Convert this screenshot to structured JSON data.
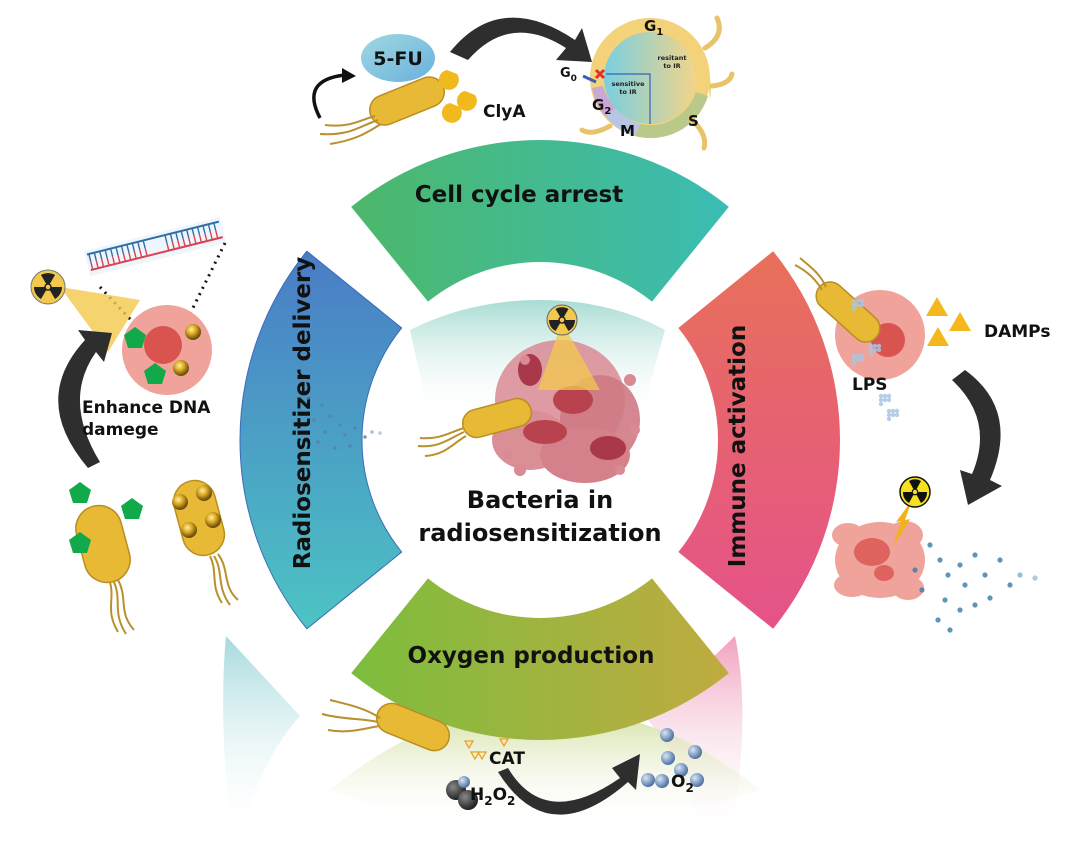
{
  "figure": {
    "center_title": [
      "Bacteria in",
      "radiosensitization"
    ],
    "segments": [
      {
        "id": "cell-cycle-arrest",
        "label": "Cell cycle arrest",
        "position": "top",
        "color_start": "#4cb86a",
        "color_end": "#3bbcb4"
      },
      {
        "id": "immune-activation",
        "label": "Immune activation",
        "position": "right",
        "color_start": "#e8705a",
        "color_end": "#e5528a"
      },
      {
        "id": "oxygen-production",
        "label": "Oxygen production",
        "position": "bottom",
        "color_start": "#7cbd3e",
        "color_end": "#c0ab40"
      },
      {
        "id": "radiosensitizer-delivery",
        "label": "Radiosensitizer delivery",
        "position": "left",
        "color_start": "#4a7cc6",
        "color_end": "#4cc4c4"
      }
    ],
    "annotations": {
      "five_fu": "5-FU",
      "clya": "ClyA",
      "cell_cycle_phases": {
        "g0": "G",
        "g0_sub": "0",
        "g1": "G",
        "g1_sub": "1",
        "g2": "G",
        "g2_sub": "2",
        "s": "S",
        "m": "M"
      },
      "resistant_to_ir": [
        "resitant",
        "to IR"
      ],
      "sensitive_to_ir": [
        "sensitive",
        "to IR"
      ],
      "enhance_dna_damage": [
        "Enhance DNA",
        "damege"
      ],
      "damps": "DAMPs",
      "lps": "LPS",
      "cat": "CAT",
      "h2o2": {
        "h": "H",
        "sub1": "2",
        "o": "O",
        "sub2": "2"
      },
      "o2": {
        "o": "O",
        "sub": "2"
      }
    },
    "colors": {
      "bacteria_body": "#e8b935",
      "bacteria_outline": "#b98d1f",
      "flagella": "#b8902c",
      "tumor_cell": "#f0a39a",
      "nucleus": "#d9534f",
      "pentagon": "#12a94b",
      "arrow": "#2e2e2e",
      "radiation_yellow": "#f2c94c",
      "triangle_damps": "#f5b81c"
    }
  }
}
